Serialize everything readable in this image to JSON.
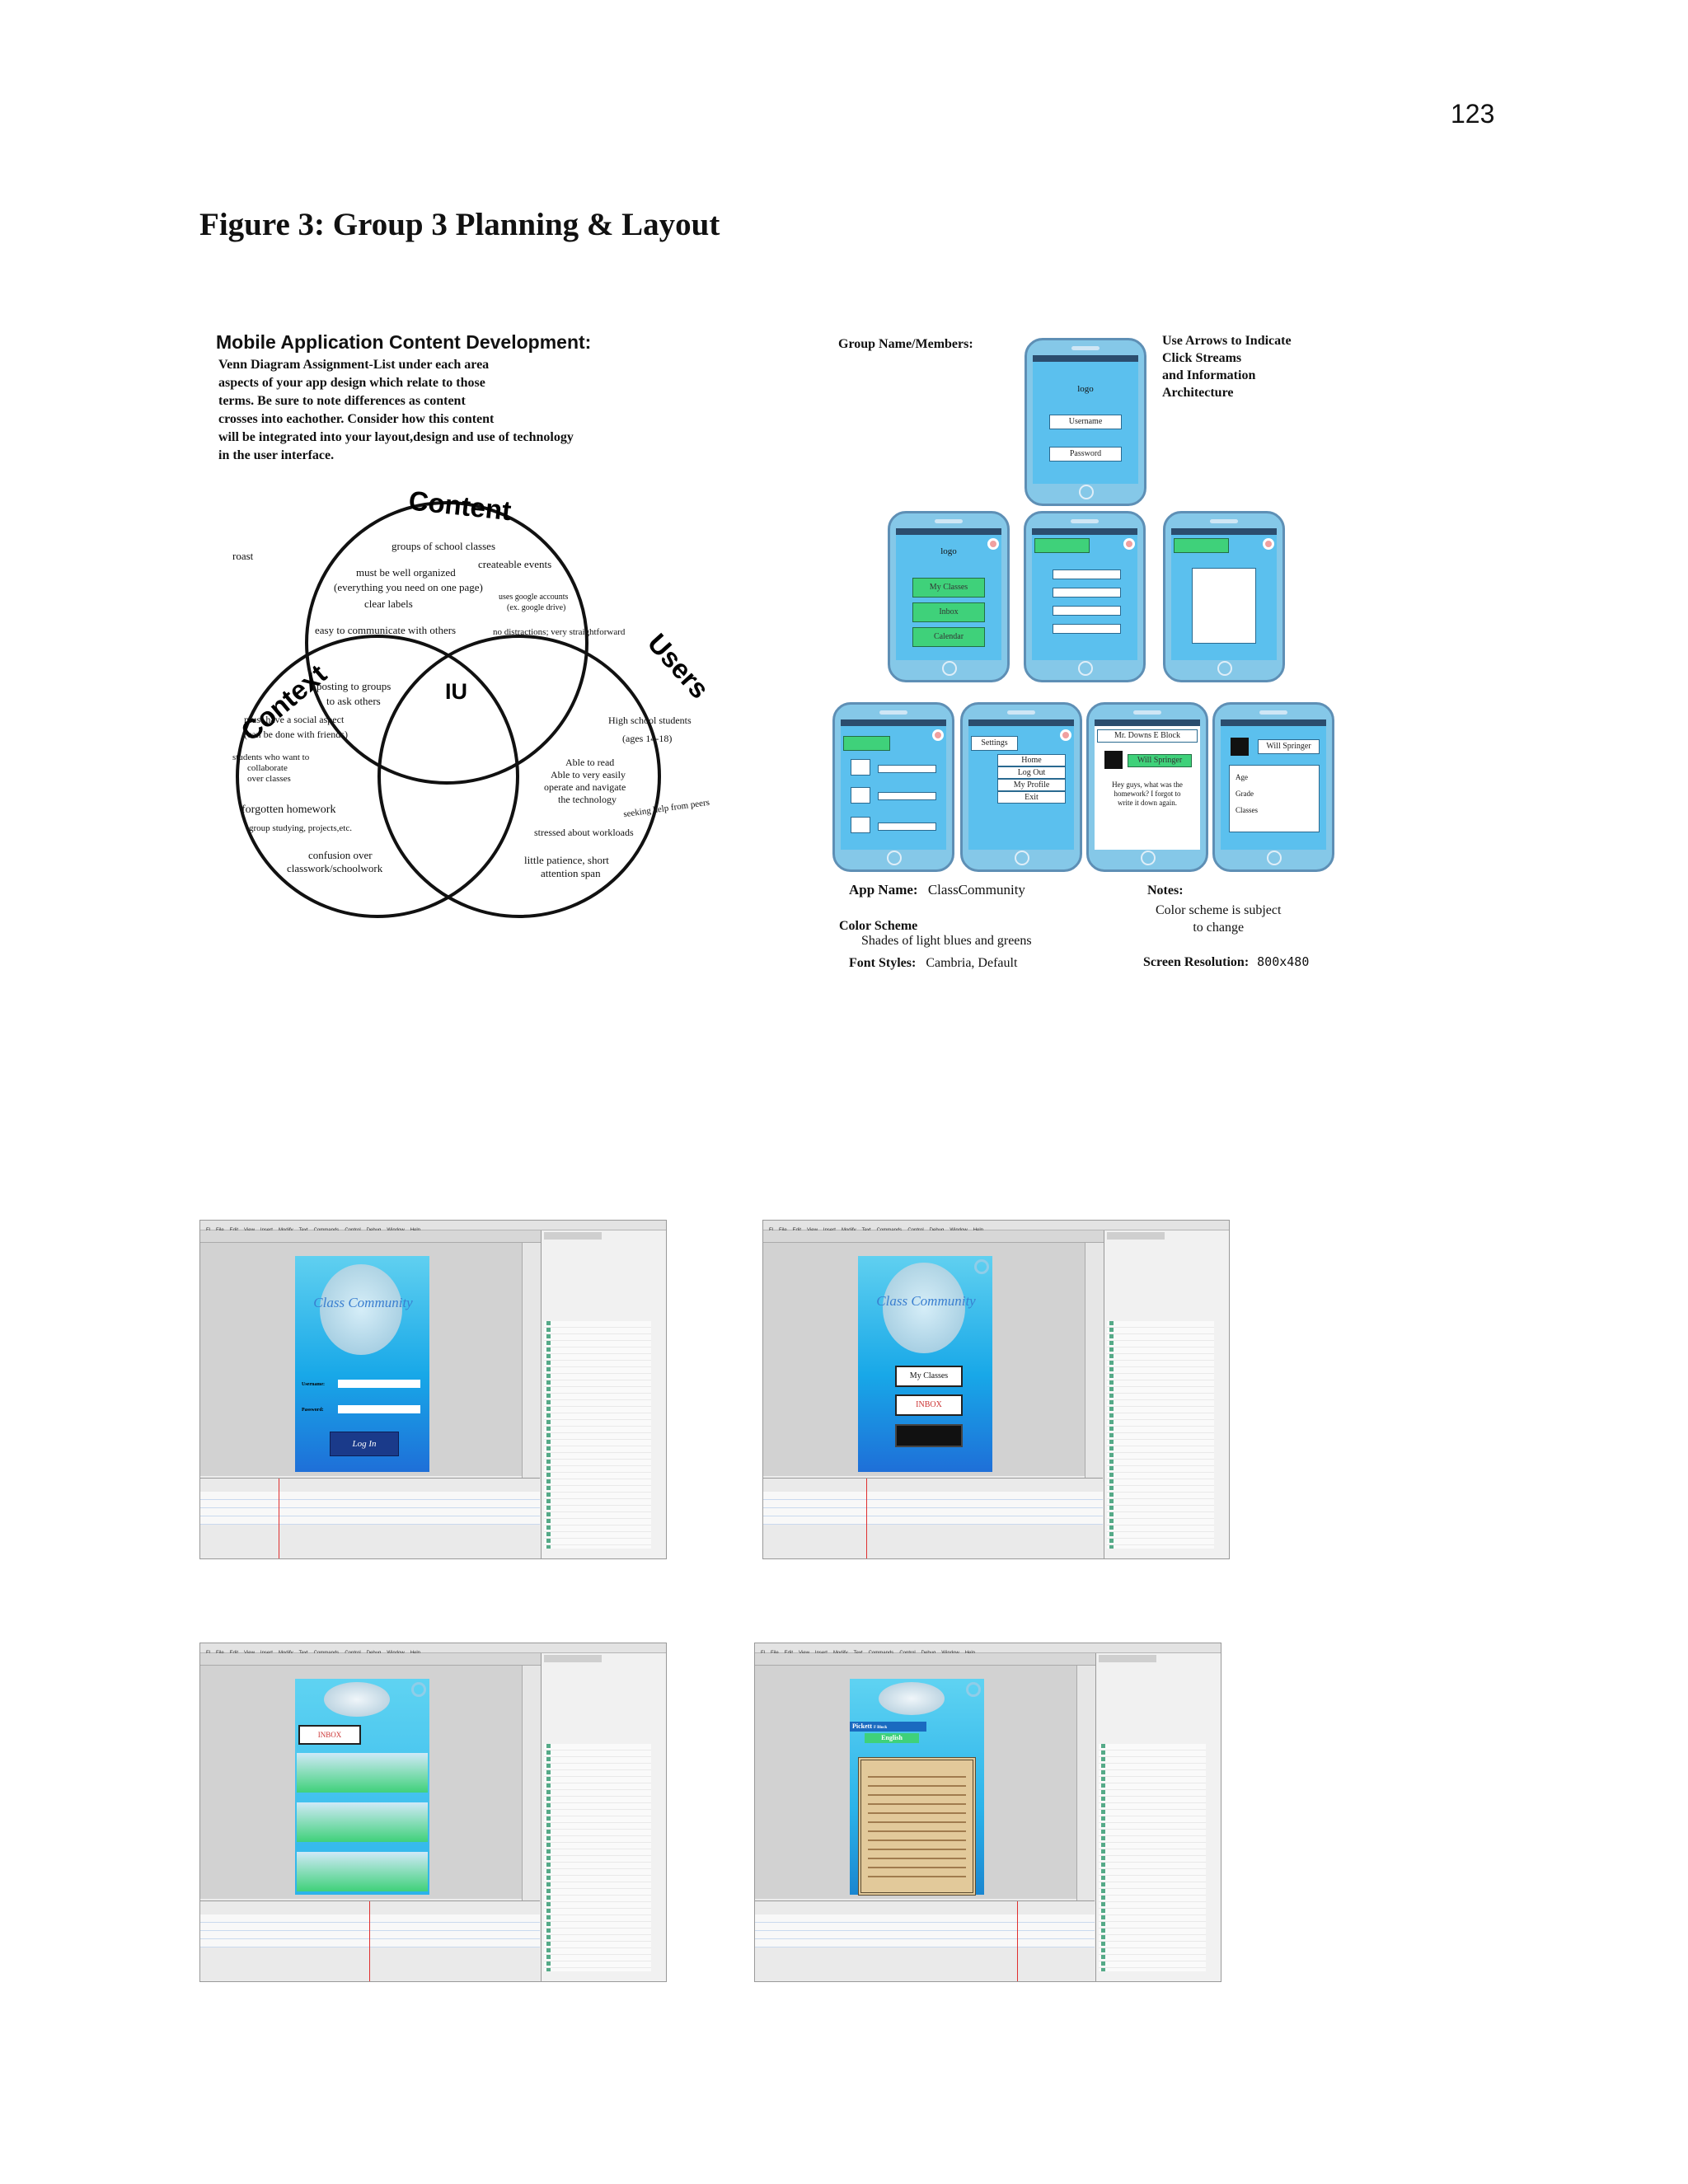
{
  "page_number": "123",
  "figure_title": "Figure 3:  Group 3 Planning & Layout",
  "venn": {
    "heading": "Mobile Application Content Development:",
    "instructions": [
      "Venn Diagram Assignment-List under each area",
      "aspects of your app design which relate to those",
      "terms. Be sure to note differences as content",
      "crosses into eachother. Consider how this content",
      "will be integrated into your layout,design and use of technology",
      "in the user interface."
    ],
    "labels": {
      "content": "Content",
      "context": "Context",
      "users": "Users",
      "center": "IU"
    },
    "notes": {
      "roast": "roast",
      "groups": "groups of school classes",
      "createable": "createable events",
      "organized": "must be well organized",
      "everything": "(everything you need on one page)",
      "clear": "clear labels",
      "google": "uses google accounts",
      "google2": "(ex. google drive)",
      "easy": "easy to communicate with others",
      "no_distract": "no distractions; very straightforward",
      "posting": "posting to groups",
      "posting2": "to ask others",
      "social": "must have a social aspect",
      "social2": "(can be done with friends)",
      "collab1": "students who want to",
      "collab2": "collaborate",
      "collab3": "over classes",
      "forgotten": "forgotten homework",
      "group_study": "group studying, projects,etc.",
      "confusion": "confusion over",
      "confusion2": "classwork/schoolwork",
      "hs": "High school students",
      "ages": "(ages 14-18)",
      "able1": "Able to read",
      "able2": "Able to very easily",
      "able3": "operate and navigate",
      "able4": "the technology",
      "seeking": "seeking help from peers",
      "stressed": "stressed about workloads",
      "patience": "little patience, short",
      "patience2": "attention span"
    }
  },
  "wireframe": {
    "group_label": "Group Name/Members:",
    "arrows_note": [
      "Use Arrows to Indicate",
      "Click Streams",
      "and Information",
      "Architecture"
    ],
    "login": {
      "logo": "logo",
      "username": "Username",
      "password": "Password"
    },
    "menu": {
      "logo": "logo",
      "items": [
        "My Classes",
        "Inbox",
        "Calendar"
      ]
    },
    "settings_menu": [
      "Settings",
      "Home",
      "Log Out",
      "My Profile",
      "Exit"
    ],
    "message": {
      "title": "Mr. Downs E Block",
      "name": "Will Springer",
      "text": "Hey guys, what was the homework? I forgot to write it down again."
    },
    "profile": {
      "name": "Will Springer",
      "fields": [
        "Age",
        "Grade",
        "Classes"
      ]
    },
    "app_name_label": "App Name:",
    "app_name": "ClassCommunity",
    "color_label": "Color Scheme",
    "color_value": "Shades of light blues and greens",
    "font_label": "Font Styles:",
    "font_value": "Cambria, Default",
    "notes_label": "Notes:",
    "notes_value": [
      "Color scheme is subject",
      "to change"
    ],
    "resolution_label": "Screen Resolution:",
    "resolution_value": "800x480"
  },
  "screenshots": {
    "menu_items": [
      "Fl",
      "File",
      "Edit",
      "View",
      "Insert",
      "Modify",
      "Text",
      "Commands",
      "Control",
      "Debug",
      "Window",
      "Help"
    ],
    "login_labels": {
      "username": "Username:",
      "password": "Password:",
      "button": "Log In"
    },
    "app_title": "Class Community",
    "home_buttons": [
      "My Classes",
      "INBOX"
    ],
    "english_class": {
      "teacher": "Pickett",
      "block": "F Block",
      "subject": "English"
    }
  },
  "colors": {
    "phone_screen": "#5bc0ee",
    "accent_green": "#3fd17a",
    "stage_blue": "#18a8e8"
  }
}
